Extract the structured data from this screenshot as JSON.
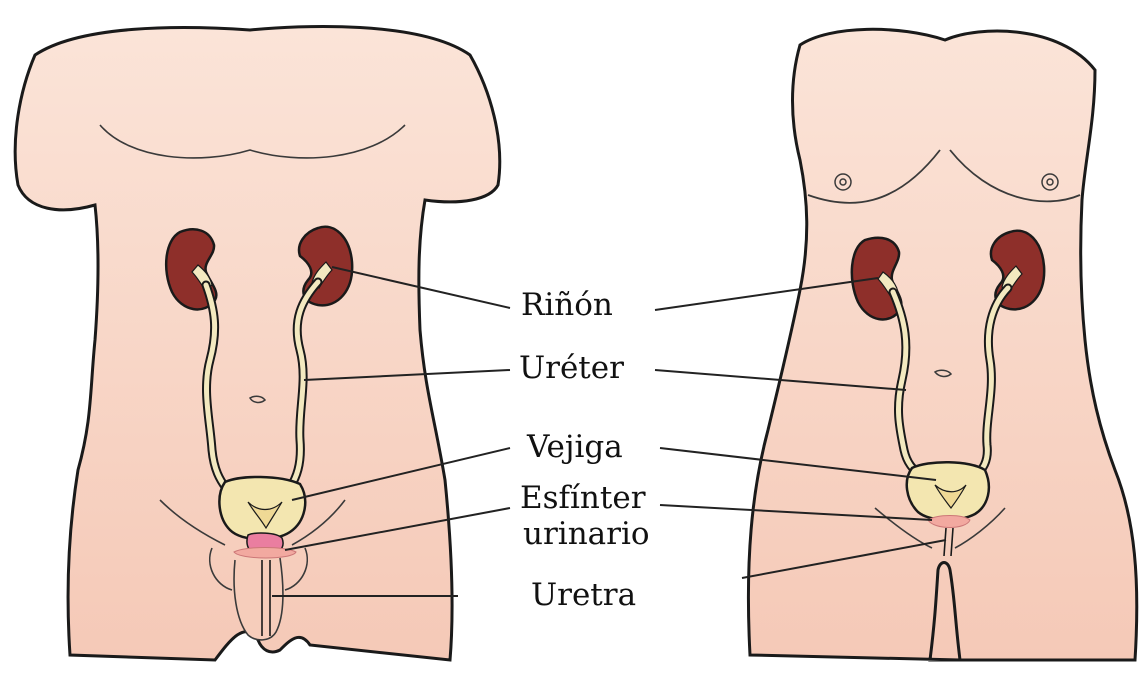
{
  "labels": {
    "kidney": "Riñón",
    "ureter": "Uréter",
    "bladder": "Vejiga",
    "sphincter_line1": "Esfínter",
    "sphincter_line2": "urinario",
    "urethra": "Uretra"
  },
  "colors": {
    "skin": "#f8d7c8",
    "skin_dark": "#f3c6b4",
    "outline": "#1a1a1a",
    "kidney": "#8e2f2a",
    "ureter_fill": "#f3e9c0",
    "bladder_fill": "#f3e6b0",
    "sphincter": "#f2a9a0",
    "leader": "#222222"
  }
}
